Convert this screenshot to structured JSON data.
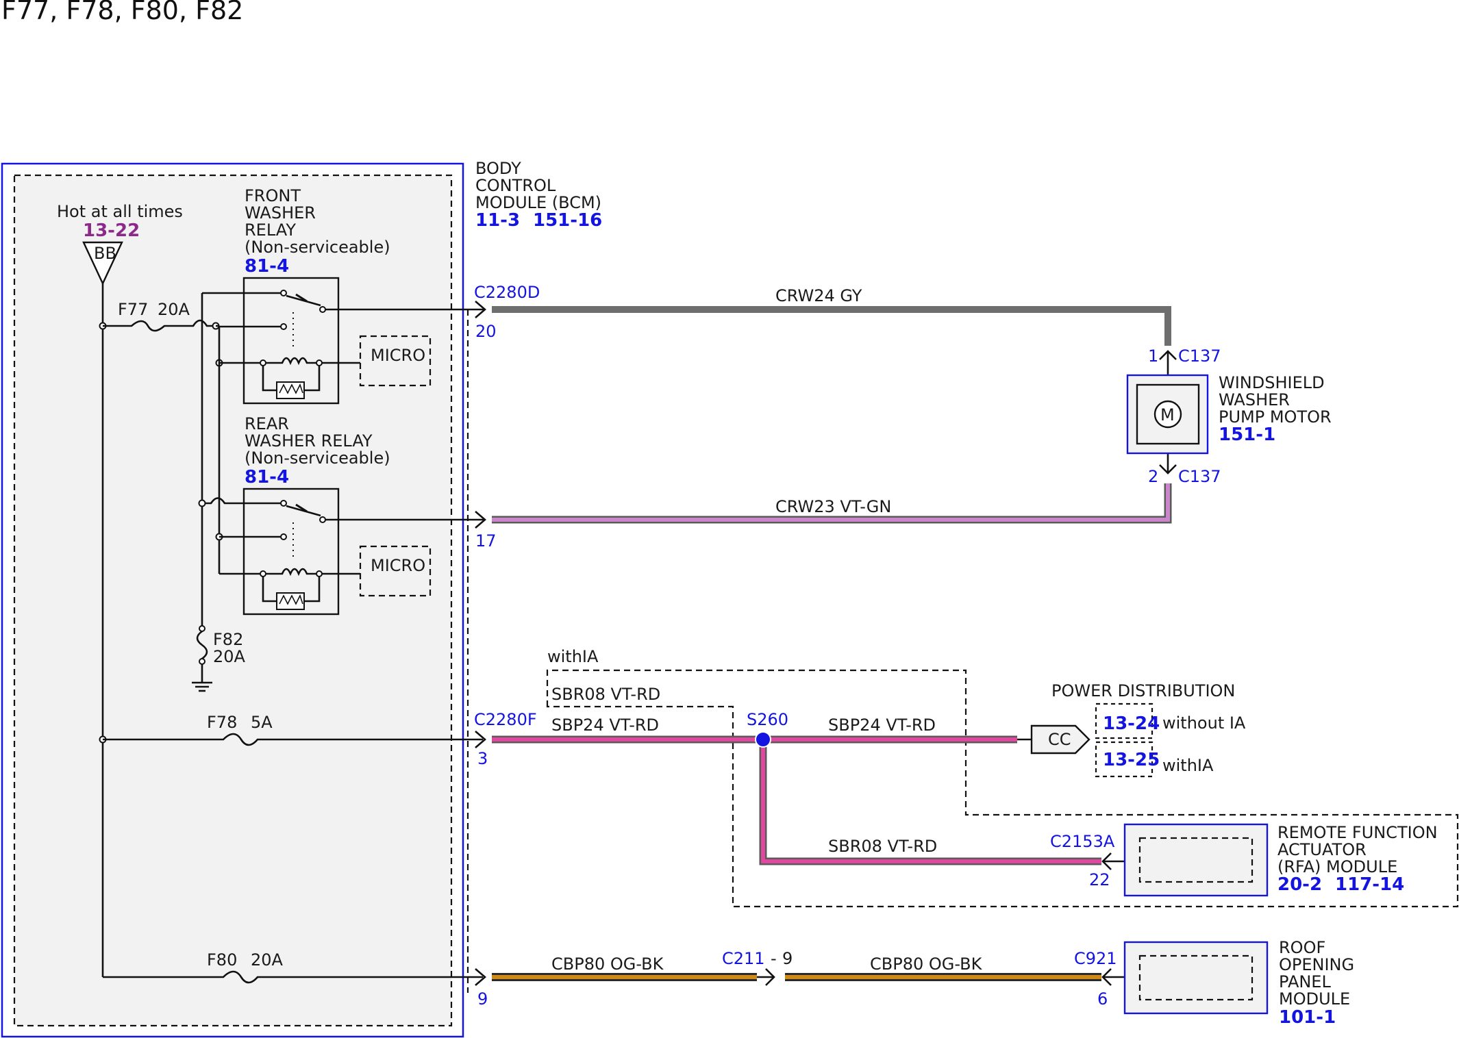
{
  "title": "F77, F78, F80, F82",
  "bcm": {
    "name": [
      "BODY",
      "CONTROL",
      "MODULE (BCM)"
    ],
    "ref1": "11-3",
    "ref2": "151-16"
  },
  "hot": {
    "label": "Hot at all times",
    "ref": "13-22",
    "bus": "BB"
  },
  "front_relay": {
    "lines": [
      "FRONT",
      "WASHER",
      "RELAY",
      "(Non-serviceable)"
    ],
    "ref": "81-4"
  },
  "rear_relay": {
    "lines": [
      "REAR",
      "WASHER RELAY",
      "(Non-serviceable)"
    ],
    "ref": "81-4"
  },
  "micro": "MICRO",
  "fuses": {
    "f77": "F77",
    "f77_amp": "20A",
    "f82": "F82",
    "f82_amp": "20A",
    "f78": "F78",
    "f78_amp": "5A",
    "f80": "F80",
    "f80_amp": "20A"
  },
  "connectors": {
    "c2280d": "C2280D",
    "pin20": "20",
    "pin17": "17",
    "c2280f": "C2280F",
    "pin3": "3",
    "pin9": "9",
    "c137_1_pin": "1",
    "c137_1": "C137",
    "c137_2_pin": "2",
    "c137_2": "C137",
    "s260": "S260",
    "c2153a": "C2153A",
    "pin22": "22",
    "c211": "C211",
    "c211_sep": "-",
    "c211_pin": "9",
    "c921": "C921",
    "pin6": "6"
  },
  "wires": {
    "crw24": "CRW24 GY",
    "crw23": "CRW23 VT-GN",
    "sbp24_a": "SBP24  VT-RD",
    "sbp24_b": "SBP24  VT-RD",
    "sbr08_top": "SBR08  VT-RD",
    "sbr08_bottom": "SBR08  VT-RD",
    "cbp80_a": "CBP80  OG-BK",
    "cbp80_b": "CBP80  OG-BK"
  },
  "pump": {
    "lines": [
      "WINDSHIELD",
      "WASHER",
      "PUMP MOTOR"
    ],
    "ref": "151-1",
    "symbol": "M"
  },
  "option_label": "withIA",
  "power_dist": {
    "label": "POWER DISTRIBUTION",
    "cc": "CC",
    "ref1": "13-24",
    "opt1": "without IA",
    "ref2": "13-25",
    "opt2": "withIA"
  },
  "rfa": {
    "lines": [
      "REMOTE FUNCTION",
      "ACTUATOR",
      "(RFA) MODULE"
    ],
    "ref1": "20-2",
    "ref2": "117-14"
  },
  "roof": {
    "lines": [
      "ROOF",
      "OPENING",
      "PANEL",
      "MODULE"
    ],
    "ref": "101-1"
  },
  "colors": {
    "gray_wire": "#6e6e6e",
    "violet_green_wire": "#c987c9",
    "violet_red_wire": "#e0479e",
    "orange_black_wire": "#d08a1c",
    "module_blue": "#1414e0",
    "ref_purple": "#8b2a8b"
  }
}
